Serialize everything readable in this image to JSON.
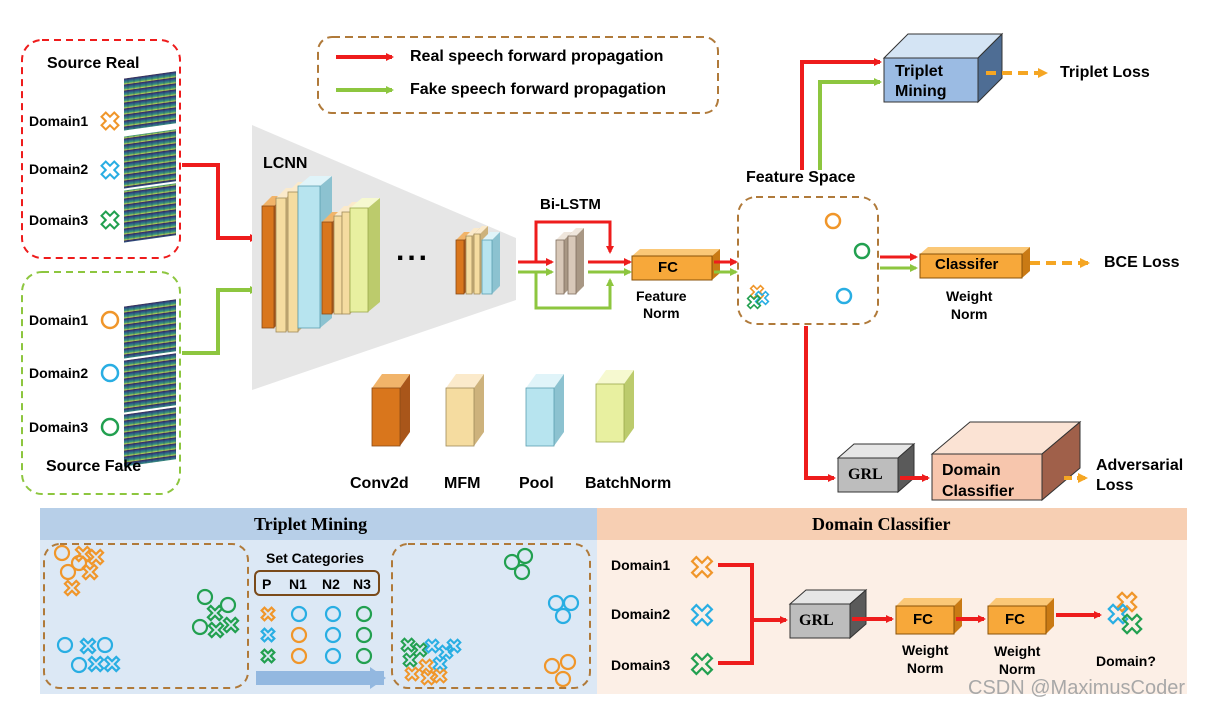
{
  "legend": {
    "real_label": "Real speech forward propagation",
    "fake_label": "Fake speech forward propagation",
    "real_color": "#ee1c1c",
    "fake_color": "#8dc63f"
  },
  "source_real": {
    "title": "Source Real",
    "domains": [
      "Domain1",
      "Domain2",
      "Domain3"
    ]
  },
  "source_fake": {
    "title": "Source Fake",
    "domains": [
      "Domain1",
      "Domain2",
      "Domain3"
    ]
  },
  "network": {
    "lcnn_label": "LCNN",
    "ellipsis": "...",
    "bilstm_label": "Bi-LSTM",
    "fc_label": "FC",
    "feature_norm_label": "Feature\nNorm",
    "feature_space_label": "Feature Space",
    "classifier_label": "Classifer",
    "weight_norm_label": "Weight\nNorm",
    "bce_loss_label": "BCE Loss",
    "triplet_mining_box": "Triplet\nMining",
    "triplet_loss_label": "Triplet Loss",
    "grl_label": "GRL",
    "domain_classifier_box": "Domain\nClassifier",
    "adversarial_loss_label": "Adversarial\nLoss"
  },
  "layer_legend": [
    {
      "label": "Conv2d",
      "color": "#d9761c"
    },
    {
      "label": "MFM",
      "color": "#f5dca0"
    },
    {
      "label": "Pool",
      "color": "#b7e4ef"
    },
    {
      "label": "BatchNorm",
      "color": "#e8f0a0"
    }
  ],
  "triplet_panel": {
    "title": "Triplet Mining",
    "set_categories_label": "Set Categories",
    "columns": [
      "P",
      "N1",
      "N2",
      "N3"
    ]
  },
  "domain_panel": {
    "title": "Domain Classifier",
    "domains": [
      "Domain1",
      "Domain2",
      "Domain3"
    ],
    "grl_label": "GRL",
    "fc1_label": "FC",
    "fc2_label": "FC",
    "weight_norm1_label": "Weight\nNorm",
    "weight_norm2_label": "Weight\nNorm",
    "output_label": "Domain?"
  },
  "watermark": "CSDN @MaximusCoder",
  "colors": {
    "domain1": "#f0962a",
    "domain2": "#29aee3",
    "domain3": "#22a050",
    "orange_block": "#f7a83a",
    "triplet_panel_bg": "#dce8f5",
    "triplet_header_bg": "#b7cfe8",
    "domain_panel_bg": "#fcefe6",
    "domain_header_bg": "#f7cfb3"
  }
}
